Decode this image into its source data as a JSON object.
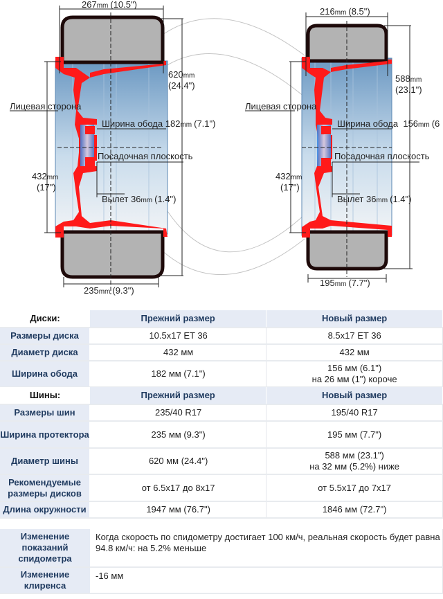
{
  "diagram": {
    "old": {
      "tire_top_width": "267",
      "tire_top_width_in": "(10.5\")",
      "outer_diameter": "620",
      "outer_diameter_in": "(24.4\")",
      "face_side": "Лицевая сторона",
      "rim_width": "Ширина обода 182",
      "rim_width_in": "(7.1\")",
      "mounting_plane": "Посадочная плоскость",
      "rim_diameter": "432",
      "rim_diameter_in": "(17\")",
      "offset": "Вылет 36",
      "offset_in": "(1.4\")",
      "tread_width": "235",
      "tread_width_in": "(9.3\")",
      "unit": "mm"
    },
    "new": {
      "tire_top_width": "216",
      "tire_top_width_in": "(8.5\")",
      "outer_diameter": "588",
      "outer_diameter_in": "(23.1\")",
      "face_side": "Лицевая сторона",
      "rim_width": "Ширина обода  156",
      "rim_width_in": "(6",
      "mounting_plane": "Посадочная плоскость",
      "rim_diameter": "432",
      "rim_diameter_in": "(17\")",
      "offset": "Вылет 36",
      "offset_in": "(1.4\")",
      "tread_width": "195",
      "tread_width_in": "(7.7\")",
      "unit": "mm"
    },
    "colors": {
      "rim": "#ff1a1a",
      "tire": "#b3b3b3",
      "tire_edge": "#1e0a0a",
      "wheel_blue": "#7fa6c9"
    }
  },
  "wheels_table": {
    "section_label": "Диски:",
    "col_old": "Прежний размер",
    "col_new": "Новый размер",
    "rows": [
      {
        "label": "Размеры диска",
        "old": "10.5x17 ET 36",
        "new": "8.5x17 ET 36",
        "new_note": ""
      },
      {
        "label": "Диаметр диска",
        "old": "432 мм",
        "new": "432 мм",
        "new_note": ""
      },
      {
        "label": "Ширина обода",
        "old": "182 мм (7.1\")",
        "new": "156 мм (6.1\")",
        "new_note": "на 26 мм (1\") короче"
      }
    ]
  },
  "tires_table": {
    "section_label": "Шины:",
    "col_old": "Прежний размер",
    "col_new": "Новый размер",
    "rows": [
      {
        "label": "Размеры шин",
        "old": "235/40 R17",
        "new": "195/40 R17",
        "new_note": ""
      },
      {
        "label": "Ширина протектора",
        "old": "235 мм (9.3\")",
        "new": "195 мм (7.7\")",
        "new_note": ""
      },
      {
        "label": "Диаметр шины",
        "old": "620 мм (24.4\")",
        "new": "588 мм (23.1\")",
        "new_note": "на 32 мм (5.2%) ниже"
      },
      {
        "label": "Рекомендуемые размеры дисков",
        "old": "от 6.5x17 до 8x17",
        "new": "от 5.5x17 до 7x17",
        "new_note": ""
      },
      {
        "label": "Длина окружности",
        "old": "1947 мм (76.7\")",
        "new": "1846 мм (72.7\")",
        "new_note": ""
      }
    ]
  },
  "changes_table": {
    "rows": [
      {
        "label": "Изменение показаний спидометра",
        "line1": "Когда скорость по спидометру достигает 100 км/ч, реальная скорость будет равна",
        "line2": "94.8 км/ч: на 5.2% меньше"
      },
      {
        "label": "Изменение клиренса",
        "line1": "-16 мм",
        "line2": ""
      }
    ]
  }
}
